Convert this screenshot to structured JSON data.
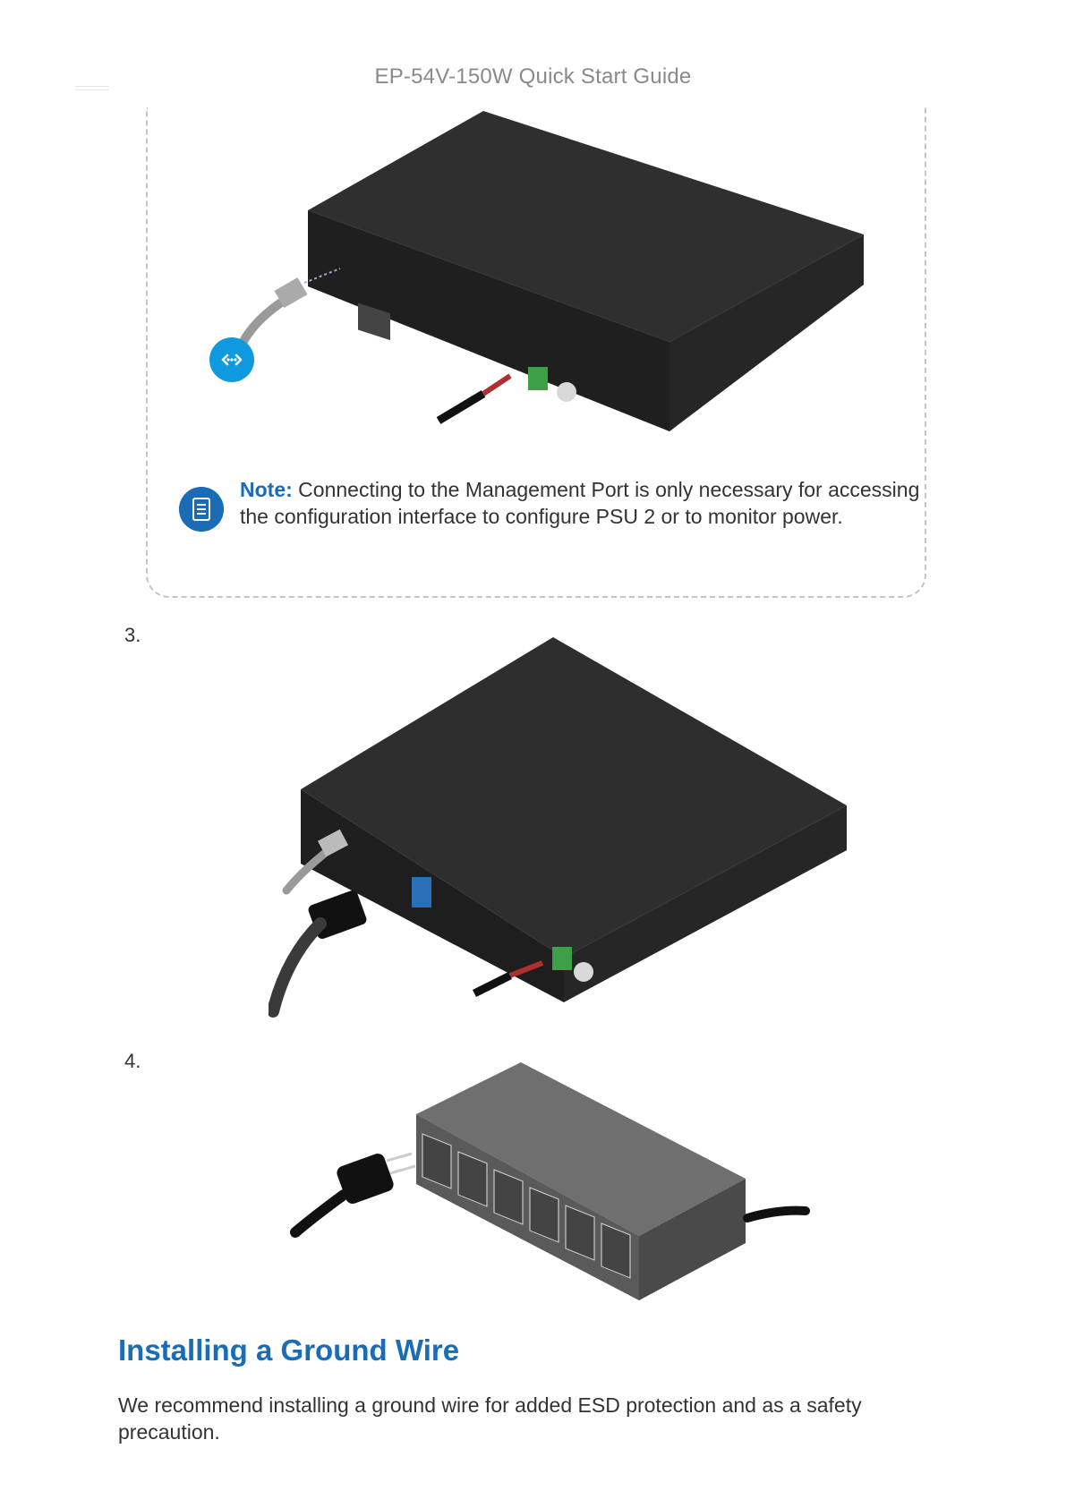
{
  "header": {
    "title": "EP-54V-150W Quick Start Guide"
  },
  "note": {
    "label": "Note:",
    "text": "Connecting to the Management Port is only necessary for accessing the configuration interface to configure PSU 2 or to monitor power."
  },
  "steps": [
    {
      "number": "3."
    },
    {
      "number": "4."
    }
  ],
  "figures": {
    "figure1": {
      "icon": "network-connection-icon"
    },
    "figure2": {
      "icon": "power-cord-icon"
    },
    "figure3": {
      "icon": "power-strip-icon"
    }
  },
  "colors": {
    "accent": "#1a6cb4",
    "callout_icon": "#0f9ae0",
    "device": "#2e2e2e"
  },
  "section": {
    "heading": "Installing a Ground Wire",
    "body": "We recommend installing a ground wire for added ESD protection and as a safety precaution."
  }
}
